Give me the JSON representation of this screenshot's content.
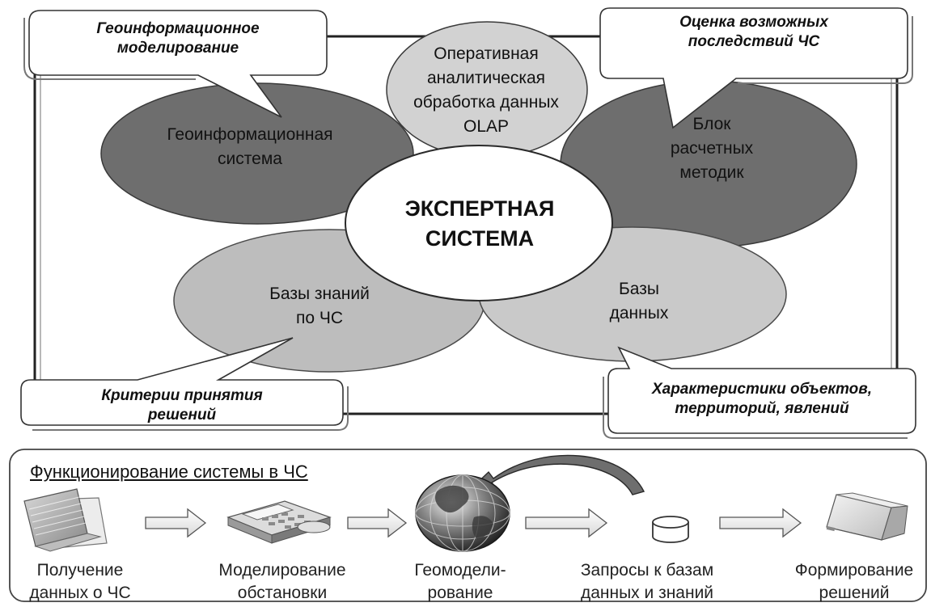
{
  "diagram": {
    "center": {
      "line1": "ЭКСПЕРТНАЯ",
      "line2": "СИСТЕМА"
    },
    "petals": {
      "gis": {
        "line1": "Геоинформационная",
        "line2": "система"
      },
      "olap": {
        "line1": "Оперативная",
        "line2": "аналитическая",
        "line3": "обработка данных",
        "line4": "OLAP"
      },
      "calc": {
        "line1": "Блок",
        "line2": "расчетных",
        "line3": "методик"
      },
      "kb": {
        "line1": "Базы знаний",
        "line2": "по ЧС"
      },
      "db": {
        "line1": "Базы",
        "line2": "данных"
      }
    },
    "callouts": {
      "geo_modeling": {
        "line1": "Геоинформационное",
        "line2": "моделирование"
      },
      "assessment": {
        "line1": "Оценка возможных",
        "line2": "последствий ЧС"
      },
      "criteria": {
        "line1": "Критерии принятия",
        "line2": "решений"
      },
      "characteristics": {
        "line1": "Характеристики объектов,",
        "line2": "территорий, явлений"
      }
    }
  },
  "functioning": {
    "title": "Функционирование системы в ЧС",
    "steps": [
      {
        "line1": "Получение",
        "line2": "данных о ЧС",
        "icon": "folder-icon"
      },
      {
        "line1": "Моделирование",
        "line2": "обстановки",
        "icon": "calculator-icon"
      },
      {
        "line1": "Геомодели-",
        "line2": "рование",
        "icon": "globe-icon"
      },
      {
        "line1": "Запросы к базам",
        "line2": "данных и знаний",
        "icon": "database-icon"
      },
      {
        "line1": "Формирование",
        "line2": "решений",
        "icon": "binder-icon"
      }
    ]
  }
}
